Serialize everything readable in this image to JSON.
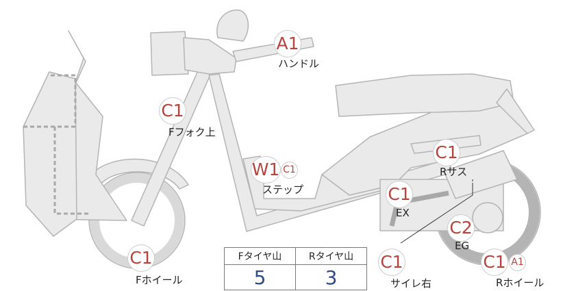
{
  "colors": {
    "part_fill": "#eaeaea",
    "part_stroke": "#b4b4b4",
    "rating_text": "#b5443e",
    "tread_value": "#2f4a86"
  },
  "parts": [
    {
      "id": "handle",
      "label": "ハンドル",
      "ratings": [
        "A1"
      ]
    },
    {
      "id": "f-fork",
      "label": "Fフォク上",
      "ratings": [
        "C1"
      ]
    },
    {
      "id": "step",
      "label": "ステップ",
      "ratings": [
        "W1",
        "C1"
      ]
    },
    {
      "id": "r-sus",
      "label": "Rサス",
      "ratings": [
        "C1"
      ]
    },
    {
      "id": "ex",
      "label": "EX",
      "ratings": [
        "C1"
      ]
    },
    {
      "id": "eg",
      "label": "EG",
      "ratings": [
        "C2"
      ]
    },
    {
      "id": "f-wheel",
      "label": "Fホイール",
      "ratings": [
        "C1"
      ]
    },
    {
      "id": "silencer-r",
      "label": "サイレ右",
      "ratings": [
        "C1"
      ]
    },
    {
      "id": "r-wheel",
      "label": "Rホイール",
      "ratings": [
        "C1",
        "A1"
      ]
    }
  ],
  "tread_table": {
    "headers": [
      "Fタイヤ山",
      "Rタイヤ山"
    ],
    "values": [
      "5",
      "3"
    ]
  }
}
